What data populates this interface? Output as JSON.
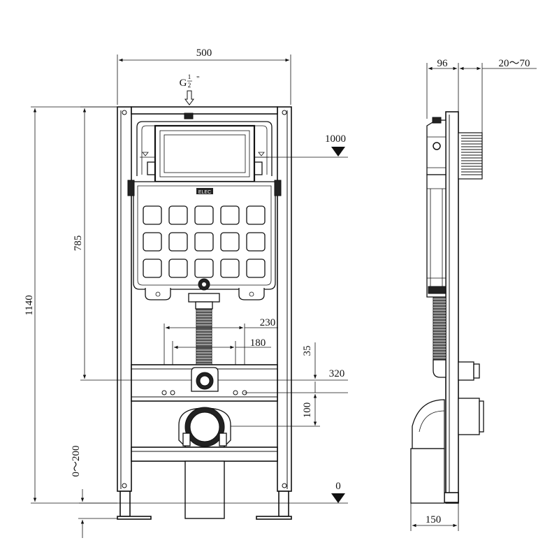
{
  "front_view": {
    "width_label": "500",
    "inlet_label": "G",
    "inlet_fraction_num": "1",
    "inlet_fraction_den": "2",
    "inlet_quote": "\"",
    "total_height_label": "1140",
    "height_785_label": "785",
    "level_1000_label": "1000",
    "spacing_230_label": "230",
    "spacing_180_label": "180",
    "offset_35_label": "35",
    "level_320_label": "320",
    "offset_100_label": "100",
    "leg_adjust_label": "0～200",
    "level_0_label": "0",
    "brand_mark": "ELEC"
  },
  "side_view": {
    "depth_96_label": "96",
    "wall_20_70_label": "20～70",
    "base_150_label": "150"
  }
}
